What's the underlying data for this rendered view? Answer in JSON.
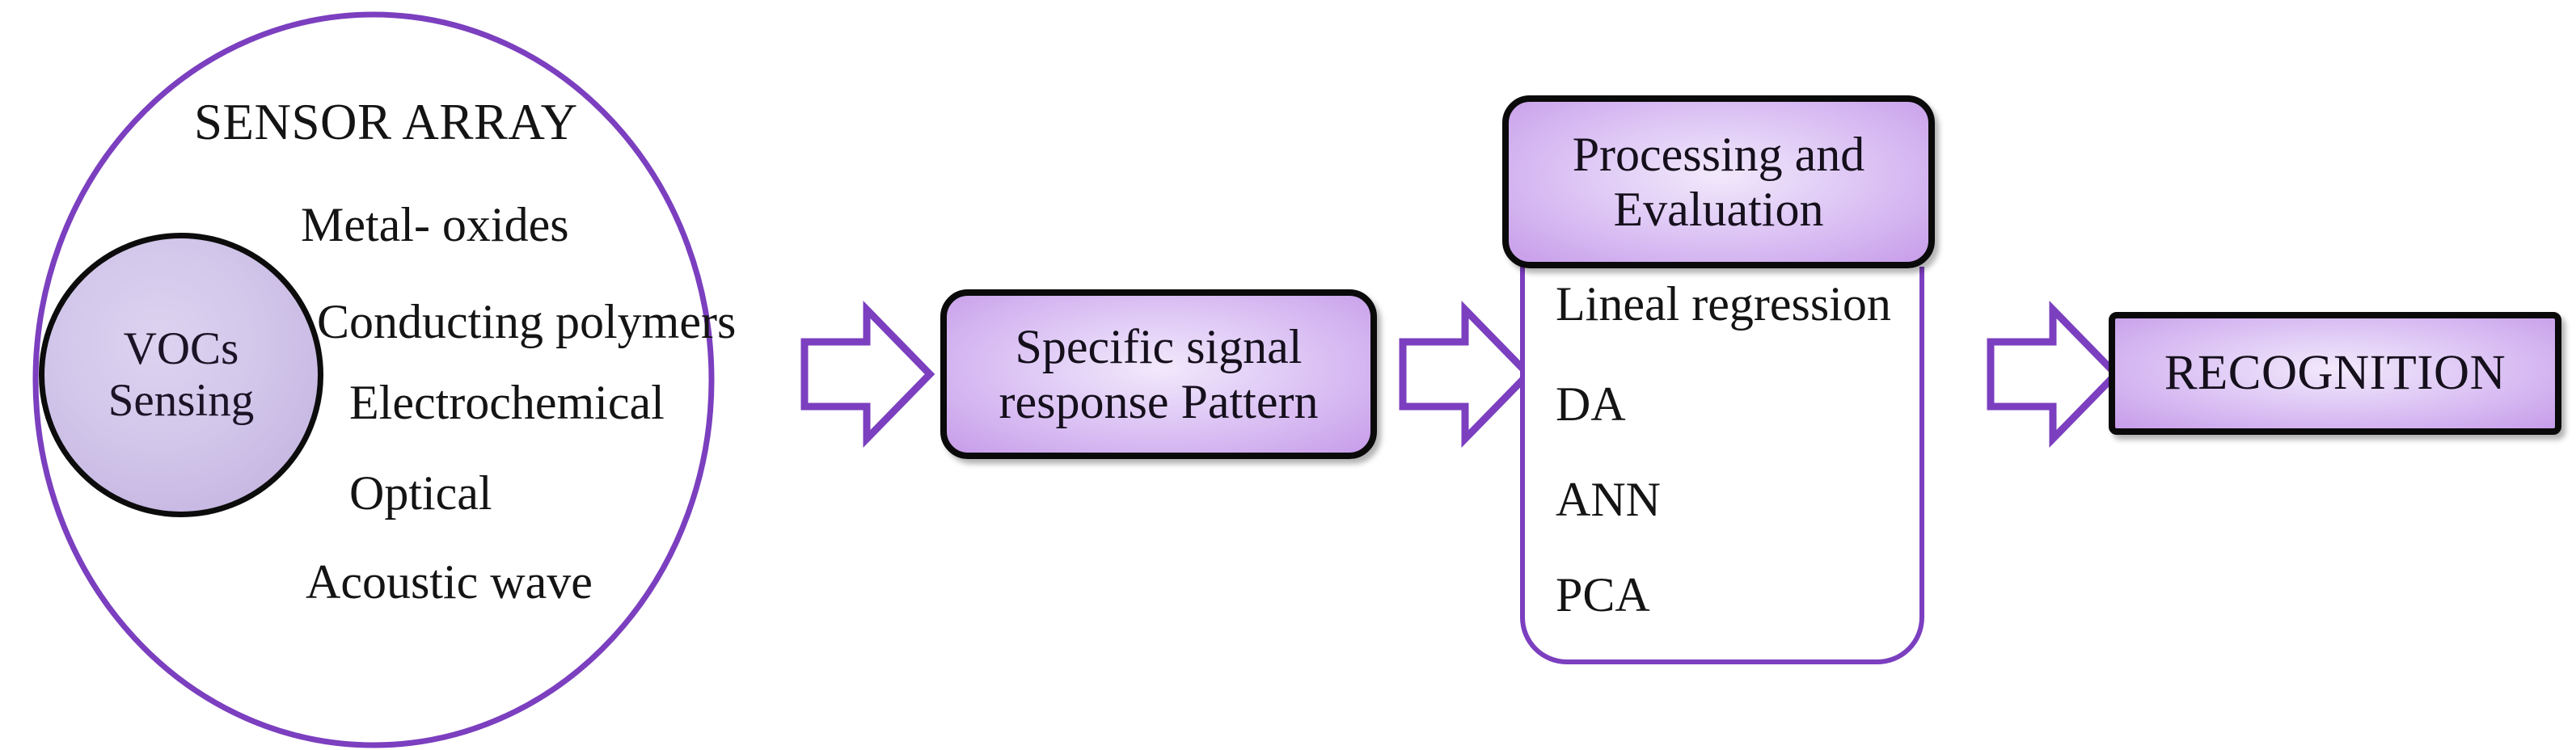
{
  "colors": {
    "outline_purple": "#7b3fbf",
    "box_border": "#0a0a0a",
    "box_fill_light": "#f2e9fb",
    "box_fill_dark": "#c79ce9",
    "bubble_fill": "#d2c6ea",
    "text": "#141414",
    "background": "#ffffff"
  },
  "sensor_array": {
    "title": "SENSOR ARRAY",
    "bubble": {
      "line1": "VOCs",
      "line2": "Sensing"
    },
    "items": [
      "Metal- oxides",
      "Conducting polymers",
      "Electrochemical",
      "Optical",
      "Acoustic wave"
    ]
  },
  "signal_box": {
    "line1": "Specific signal",
    "line2": "response Pattern"
  },
  "processing_box": {
    "line1": "Processing and",
    "line2": "Evaluation"
  },
  "methods": [
    "Lineal regression",
    "DA",
    "ANN",
    "PCA"
  ],
  "recognition_box": {
    "label": "RECOGNITION"
  },
  "arrows": [
    {
      "name": "arrow-sensor-to-signal"
    },
    {
      "name": "arrow-signal-to-processing"
    },
    {
      "name": "arrow-processing-to-recognition"
    }
  ]
}
